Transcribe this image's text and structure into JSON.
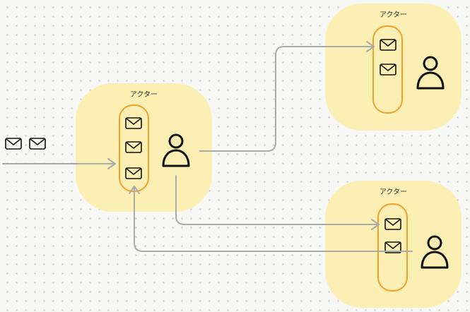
{
  "actors": [
    {
      "id": "center",
      "label": "アクター",
      "messages": 3
    },
    {
      "id": "top-right",
      "label": "アクター",
      "messages": 2
    },
    {
      "id": "bottom-right",
      "label": "アクター",
      "messages": 2
    }
  ],
  "incoming_messages": 2,
  "colors": {
    "actor_fill": "#fcefb4",
    "mailbox_border": "#f0a02c",
    "arrow": "#aaaaaa",
    "icon": "#111111"
  },
  "icons": [
    "envelope-icon",
    "person-icon",
    "arrow-head"
  ]
}
